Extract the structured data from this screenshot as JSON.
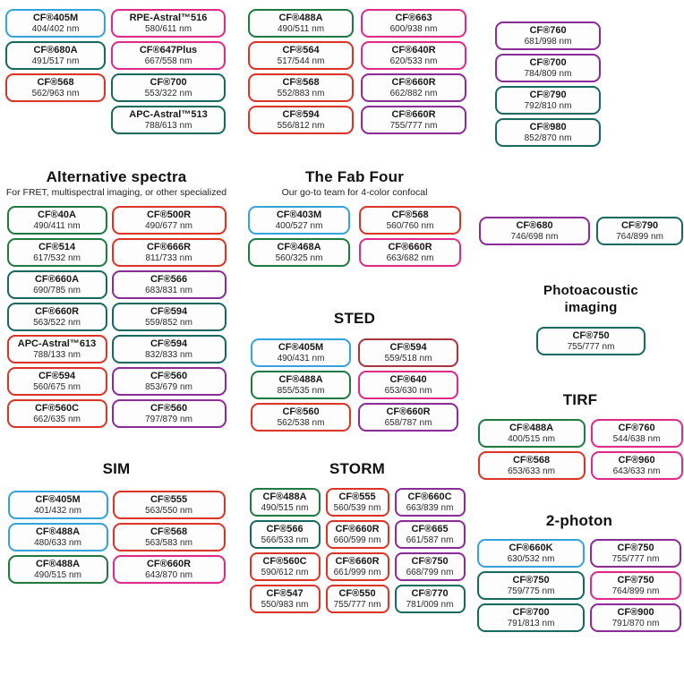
{
  "colors": {
    "blue": "#35A3DC",
    "green": "#1F7A44",
    "teal": "#176A60",
    "red": "#DC3427",
    "crimson": "#A93442",
    "pink": "#E12A88",
    "purple": "#8A2D96"
  },
  "sections": {
    "top_left": {
      "columns": [
        [
          {
            "n": "CF®405M",
            "w": "404/402 nm",
            "c": "blue"
          },
          {
            "n": "CF®680A",
            "w": "491/517 nm",
            "c": "teal"
          },
          {
            "n": "CF®568",
            "w": "562/963 nm",
            "c": "red"
          }
        ],
        [
          {
            "n": "RPE-Astral™516",
            "w": "580/611 nm",
            "c": "pink"
          },
          {
            "n": "CF®647Plus",
            "w": "667/558 nm",
            "c": "pink"
          },
          {
            "n": "CF®700",
            "w": "553/322 nm",
            "c": "teal"
          },
          {
            "n": "APC-Astral™513",
            "w": "788/613 nm",
            "c": "teal"
          }
        ]
      ]
    },
    "top_mid": {
      "columns": [
        [
          {
            "n": "CF®488A",
            "w": "490/511 nm",
            "c": "green"
          },
          {
            "n": "CF®564",
            "w": "517/544 nm",
            "c": "red"
          },
          {
            "n": "CF®568",
            "w": "552/883 nm",
            "c": "red"
          },
          {
            "n": "CF®594",
            "w": "556/812 nm",
            "c": "red"
          }
        ],
        [
          {
            "n": "CF®663",
            "w": "600/938 nm",
            "c": "pink"
          },
          {
            "n": "CF®640R",
            "w": "620/533 nm",
            "c": "pink"
          },
          {
            "n": "CF®660R",
            "w": "662/882 nm",
            "c": "purple"
          },
          {
            "n": "CF®660R",
            "w": "755/777 nm",
            "c": "purple"
          }
        ]
      ]
    },
    "top_right": {
      "columns": [
        [
          {
            "n": "CF®760",
            "w": "681/998 nm",
            "c": "purple"
          },
          {
            "n": "CF®700",
            "w": "784/809 nm",
            "c": "purple"
          },
          {
            "n": "CF®790",
            "w": "792/810 nm",
            "c": "teal"
          },
          {
            "n": "CF®980",
            "w": "852/870 nm",
            "c": "teal"
          }
        ]
      ]
    },
    "alt": {
      "title": "Alternative spectra",
      "subtitle": "For FRET, multispectral imaging, or other specialized",
      "columns": [
        [
          {
            "n": "CF®40A",
            "w": "490/411 nm",
            "c": "green"
          },
          {
            "n": "CF®514",
            "w": "617/532 nm",
            "c": "green"
          },
          {
            "n": "CF®660A",
            "w": "690/785 nm",
            "c": "teal"
          },
          {
            "n": "CF®660R",
            "w": "563/522 nm",
            "c": "teal"
          },
          {
            "n": "APC-Astral™613",
            "w": "788/133 nm",
            "c": "red"
          },
          {
            "n": "CF®594",
            "w": "560/675 nm",
            "c": "red"
          },
          {
            "n": "CF®560C",
            "w": "662/635 nm",
            "c": "red"
          }
        ],
        [
          {
            "n": "CF®500R",
            "w": "490/677 nm",
            "c": "red"
          },
          {
            "n": "CF®666R",
            "w": "811/733 nm",
            "c": "red"
          },
          {
            "n": "CF®566",
            "w": "683/831 nm",
            "c": "purple"
          },
          {
            "n": "CF®594",
            "w": "559/852 nm",
            "c": "teal"
          },
          {
            "n": "CF®594",
            "w": "832/833 nm",
            "c": "teal"
          },
          {
            "n": "CF®560",
            "w": "853/679 nm",
            "c": "purple"
          },
          {
            "n": "CF®560",
            "w": "797/879 nm",
            "c": "purple"
          }
        ]
      ]
    },
    "fab": {
      "title": "The Fab Four",
      "subtitle": "Our go-to team for 4-color confocal",
      "columns": [
        [
          {
            "n": "CF®403M",
            "w": "400/527 nm",
            "c": "blue"
          },
          {
            "n": "CF®468A",
            "w": "560/325 nm",
            "c": "green"
          }
        ],
        [
          {
            "n": "CF®568",
            "w": "560/760 nm",
            "c": "red"
          },
          {
            "n": "CF®660R",
            "w": "663/682 nm",
            "c": "pink"
          }
        ]
      ]
    },
    "pair": {
      "columns": [
        [
          {
            "n": "CF®680",
            "w": "746/698 nm",
            "c": "purple"
          }
        ],
        [
          {
            "n": "CF®790",
            "w": "764/899 nm",
            "c": "teal"
          }
        ]
      ]
    },
    "photo": {
      "title": "Photoacoustic imaging",
      "columns": [
        [
          {
            "n": "CF®750",
            "w": "755/777 nm",
            "c": "teal"
          }
        ]
      ]
    },
    "sted": {
      "title": "STED",
      "columns": [
        [
          {
            "n": "CF®405M",
            "w": "490/431 nm",
            "c": "blue"
          },
          {
            "n": "CF®488A",
            "w": "855/535 nm",
            "c": "green"
          },
          {
            "n": "CF®560",
            "w": "562/538 nm",
            "c": "red"
          }
        ],
        [
          {
            "n": "CF®594",
            "w": "559/518 nm",
            "c": "crimson"
          },
          {
            "n": "CF®640",
            "w": "653/630 nm",
            "c": "pink"
          },
          {
            "n": "CF®660R",
            "w": "658/787 nm",
            "c": "purple"
          }
        ]
      ]
    },
    "tirf": {
      "title": "TIRF",
      "columns": [
        [
          {
            "n": "CF®488A",
            "w": "400/515 nm",
            "c": "green"
          },
          {
            "n": "CF®568",
            "w": "653/633 nm",
            "c": "red"
          }
        ],
        [
          {
            "n": "CF®760",
            "w": "544/638 nm",
            "c": "pink"
          },
          {
            "n": "CF®960",
            "w": "643/633 nm",
            "c": "pink"
          }
        ]
      ]
    },
    "sim": {
      "title": "SIM",
      "columns": [
        [
          {
            "n": "CF®405M",
            "w": "401/432 nm",
            "c": "blue"
          },
          {
            "n": "CF®488A",
            "w": "480/633 nm",
            "c": "blue"
          },
          {
            "n": "CF®488A",
            "w": "490/515 nm",
            "c": "green"
          }
        ],
        [
          {
            "n": "CF®555",
            "w": "563/550 nm",
            "c": "red"
          },
          {
            "n": "CF®568",
            "w": "563/583 nm",
            "c": "red"
          },
          {
            "n": "CF®660R",
            "w": "643/870 nm",
            "c": "pink"
          }
        ]
      ]
    },
    "storm": {
      "title": "STORM",
      "columns": [
        [
          {
            "n": "CF®488A",
            "w": "490/515 nm",
            "c": "green"
          },
          {
            "n": "CF®566",
            "w": "566/533 nm",
            "c": "teal"
          },
          {
            "n": "CF®560C",
            "w": "590/612 nm",
            "c": "red"
          },
          {
            "n": "CF®547",
            "w": "550/983 nm",
            "c": "red"
          }
        ],
        [
          {
            "n": "CF®555",
            "w": "560/539 nm",
            "c": "red"
          },
          {
            "n": "CF®660R",
            "w": "660/599 nm",
            "c": "red"
          },
          {
            "n": "CF®660R",
            "w": "661/999 nm",
            "c": "red"
          },
          {
            "n": "CF®550",
            "w": "755/777 nm",
            "c": "red"
          }
        ],
        [
          {
            "n": "CF®660C",
            "w": "663/839 nm",
            "c": "purple"
          },
          {
            "n": "CF®665",
            "w": "661/587 nm",
            "c": "purple"
          },
          {
            "n": "CF®750",
            "w": "668/799 nm",
            "c": "purple"
          },
          {
            "n": "CF®770",
            "w": "781/009 nm",
            "c": "teal"
          }
        ]
      ]
    },
    "two_photon": {
      "title": "2-photon",
      "columns": [
        [
          {
            "n": "CF®660K",
            "w": "630/532 nm",
            "c": "blue"
          },
          {
            "n": "CF®750",
            "w": "759/775 nm",
            "c": "teal"
          },
          {
            "n": "CF®700",
            "w": "791/813 nm",
            "c": "teal"
          }
        ],
        [
          {
            "n": "CF®750",
            "w": "755/777 nm",
            "c": "purple"
          },
          {
            "n": "CF®750",
            "w": "764/899 nm",
            "c": "pink"
          },
          {
            "n": "CF®900",
            "w": "791/870 nm",
            "c": "purple"
          }
        ]
      ]
    }
  }
}
